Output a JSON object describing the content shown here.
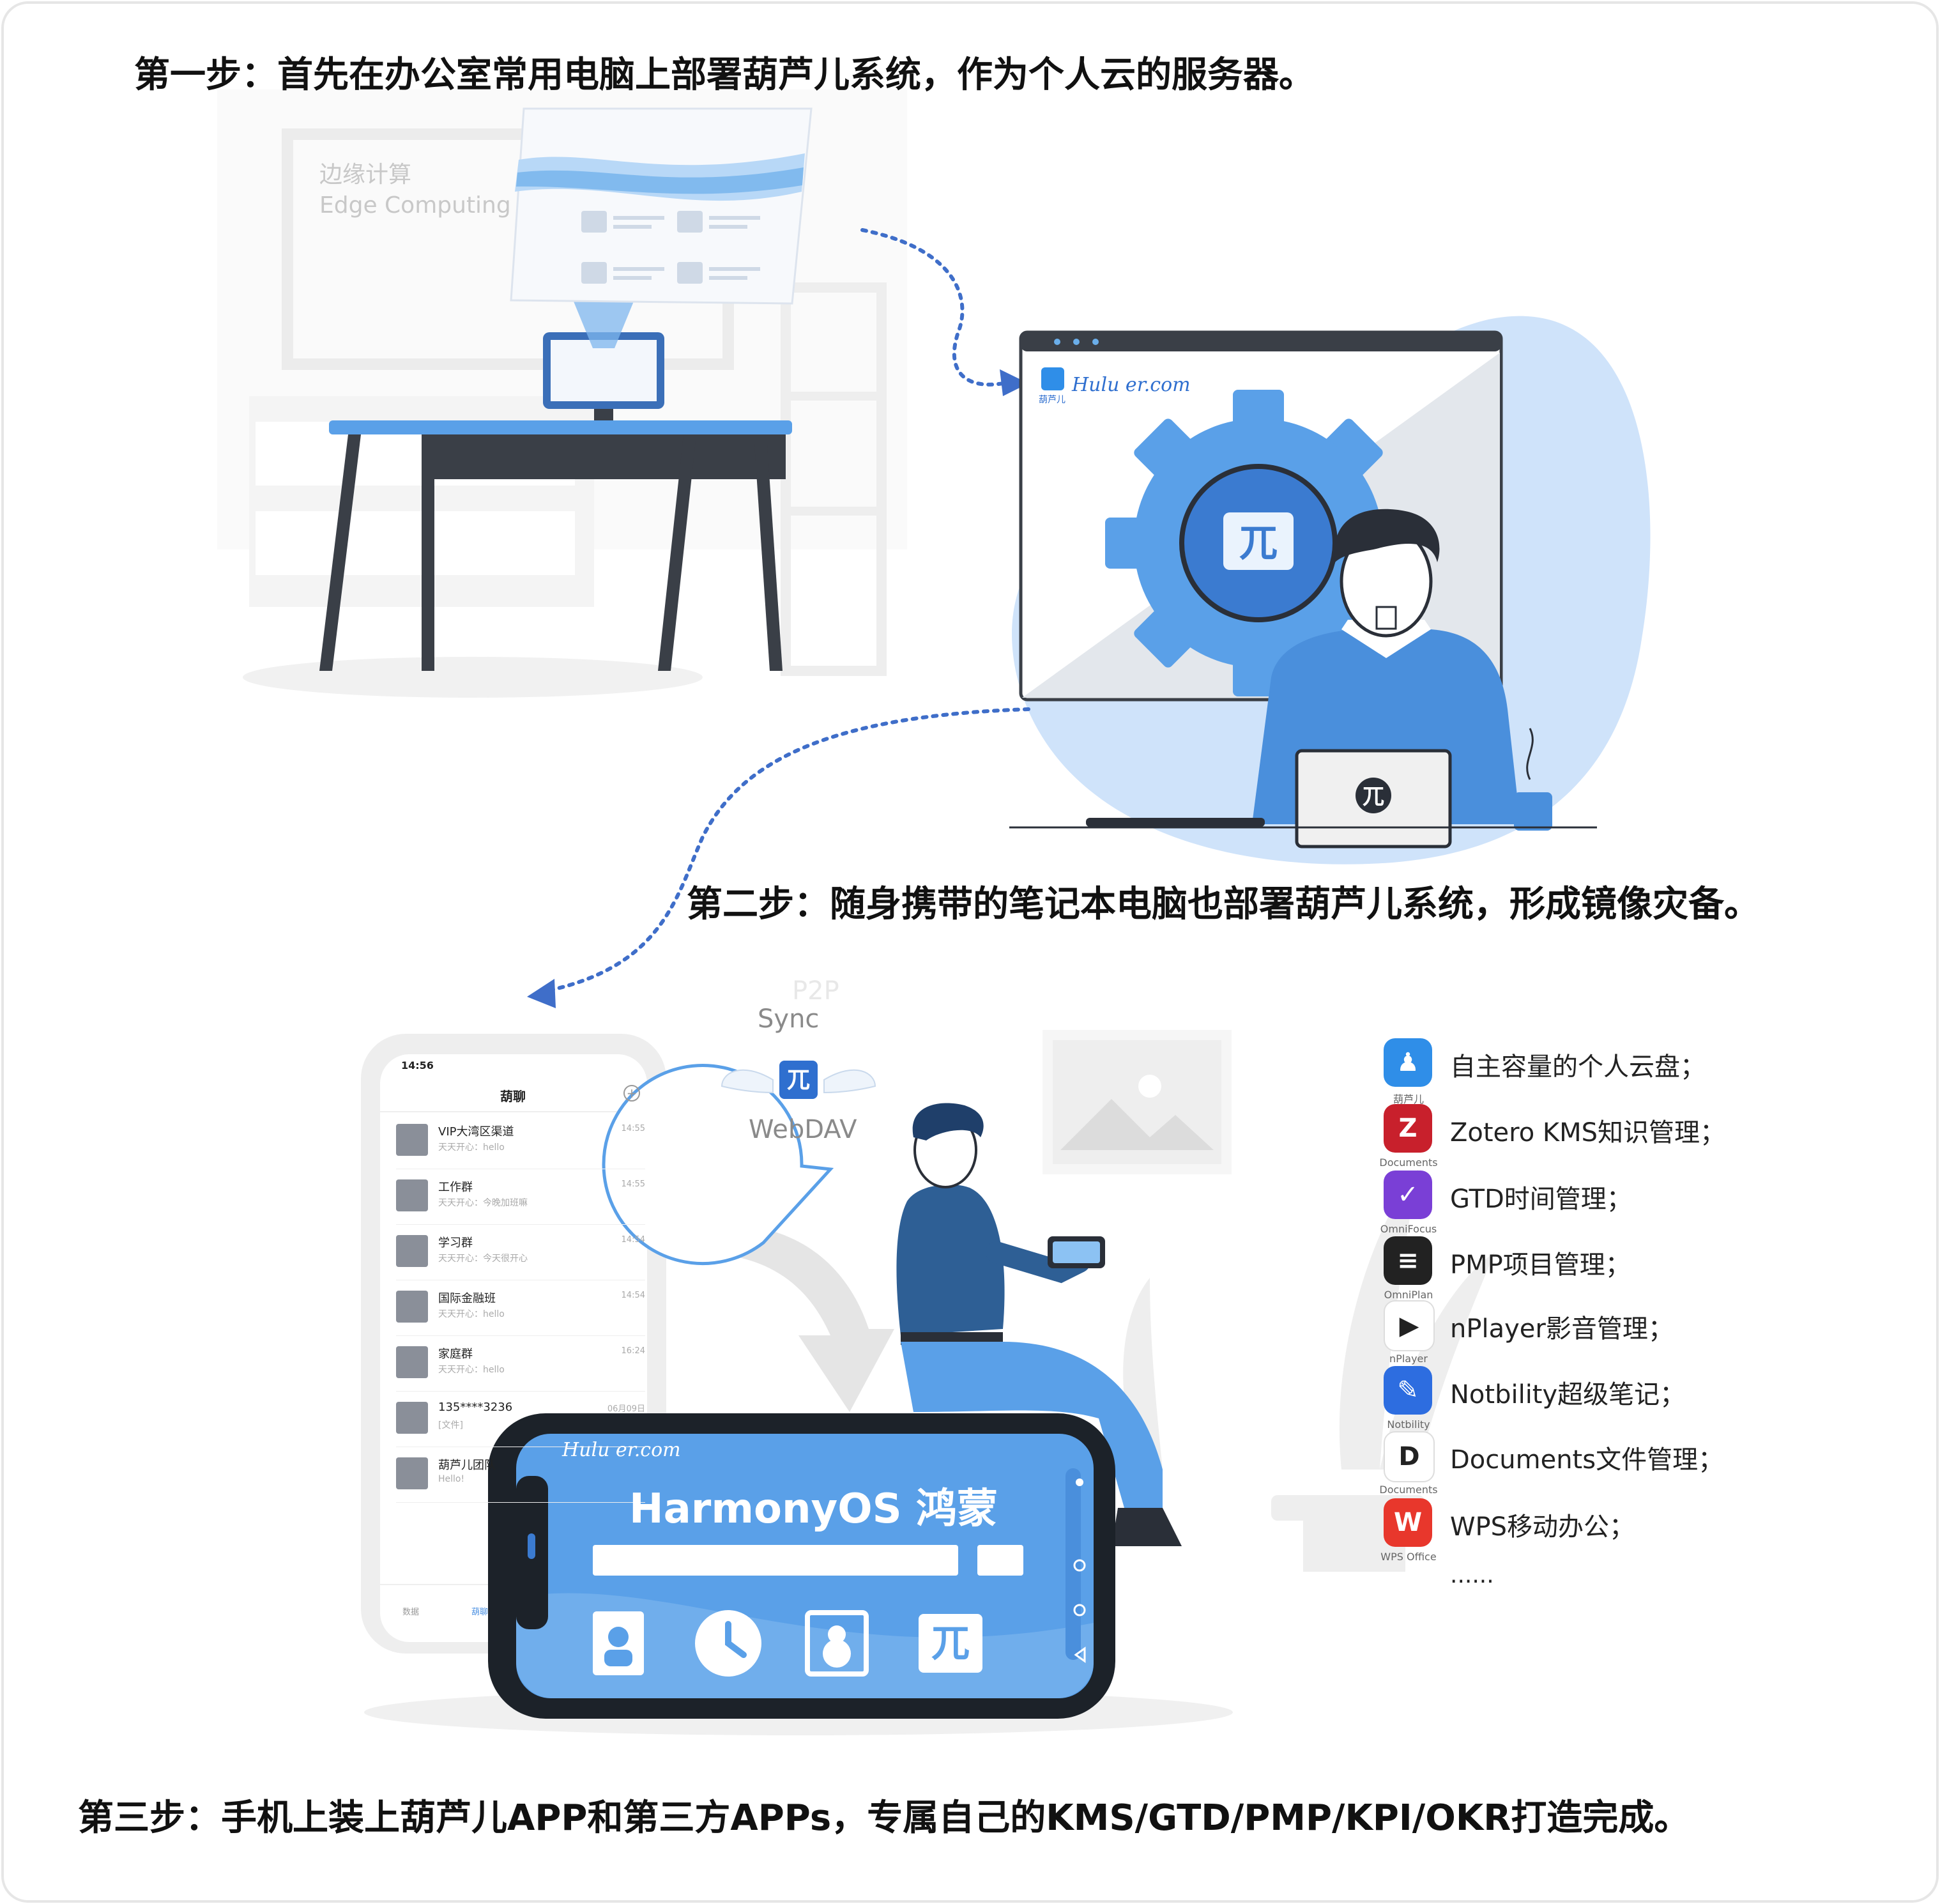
{
  "steps": {
    "step1": "第一步：首先在办公室常用电脑上部署葫芦儿系统，作为个人云的服务器。",
    "step2": "第二步：随身携带的笔记本电脑也部署葫芦儿系统，形成镜像灾备。",
    "step3": "第三步：手机上装上葫芦儿APP和第三方APPs，专属自己的KMS/GTD/PMP/KPI/OKR打造完成。"
  },
  "edge_label": {
    "line1": "边缘计算",
    "line2": "Edge Computing"
  },
  "brand": {
    "site": "Hulu er.com",
    "cn": "葫芦儿"
  },
  "bubble": {
    "p2p": "P2P",
    "sync": "Sync",
    "webdav": "WebDAV"
  },
  "phone_screen": {
    "time": "14:56",
    "title": "葫聊",
    "chats": [
      {
        "name": "VIP大湾区渠道",
        "msg": "天天开心：hello",
        "time": "14:55"
      },
      {
        "name": "工作群",
        "msg": "天天开心：今晚加班嘛",
        "time": "14:55"
      },
      {
        "name": "学习群",
        "msg": "天天开心：今天很开心",
        "time": "14:54"
      },
      {
        "name": "国际金融班",
        "msg": "天天开心：hello",
        "time": "14:54"
      },
      {
        "name": "家庭群",
        "msg": "天天开心：hello",
        "time": "16:24"
      },
      {
        "name": "135****3236",
        "msg": "[文件]",
        "time": "06月09日"
      },
      {
        "name": "葫芦儿团队",
        "msg": "Hello!",
        "time": ""
      }
    ],
    "tab_left": "数据",
    "tab_mid": "葫聊"
  },
  "harmony": {
    "title": "HarmonyOS 鸿蒙"
  },
  "features": [
    {
      "text": "自主容量的个人云盘；",
      "caption": "葫芦儿",
      "color": "#2f8ee8",
      "glyph": "♟"
    },
    {
      "text": "Zotero KMS知识管理；",
      "caption": "Documents",
      "color": "#c8202c",
      "glyph": "Z"
    },
    {
      "text": "GTD时间管理；",
      "caption": "OmniFocus",
      "color": "#7a3fd6",
      "glyph": "✓"
    },
    {
      "text": "PMP项目管理；",
      "caption": "OmniPlan",
      "color": "#222222",
      "glyph": "≡"
    },
    {
      "text": "nPlayer影音管理；",
      "caption": "nPlayer",
      "color": "#ffffff",
      "glyph": "▶"
    },
    {
      "text": "Notbility超级笔记；",
      "caption": "Notbility",
      "color": "#2d6de0",
      "glyph": "✎"
    },
    {
      "text": "Documents文件管理；",
      "caption": "Documents",
      "color": "#ffffff",
      "glyph": "D"
    },
    {
      "text": "WPS移动办公；",
      "caption": "WPS Office",
      "color": "#e8372c",
      "glyph": "W"
    }
  ],
  "more": "......",
  "colors": {
    "accent": "#4a90e2",
    "light": "#d7e9fb",
    "dark": "#2a4b7c"
  }
}
